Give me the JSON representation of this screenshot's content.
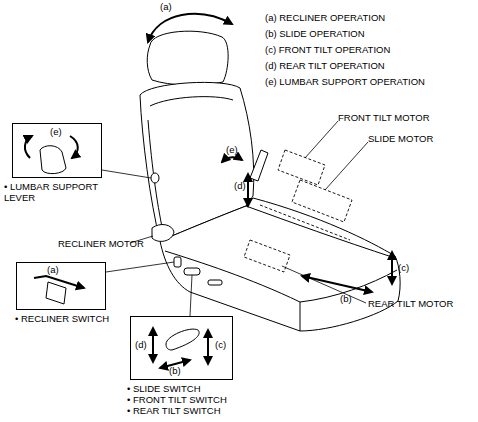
{
  "diagram": {
    "nodes": [
      {
        "text": [
          "(e)",
          "• LUMBAR SUPPORT LEVER"
        ]
      },
      {
        "text": [
          "(a)",
          "• RECLINER SWITCH"
        ]
      },
      {
        "text": [
          "(d)",
          "(c)",
          "(b)",
          "• SLIDE SWITCH",
          "• FRONT TILT SWITCH",
          "• REAR TILT SWITCH"
        ]
      }
    ],
    "labels": [
      "(a)",
      "(a) RECLINER OPERATION",
      "(b) SLIDE OPERATION",
      "(c) FRONT TILT OPERATION",
      "(d) REAR TILT OPERATION",
      "(e) LUMBAR SUPPORT OPERATION",
      "FRONT TILT MOTOR",
      "SLIDE MOTOR",
      "(e)",
      "(d)",
      "(c)",
      "(b)",
      "RECLINER MOTOR",
      "REAR TILT MOTOR"
    ]
  }
}
